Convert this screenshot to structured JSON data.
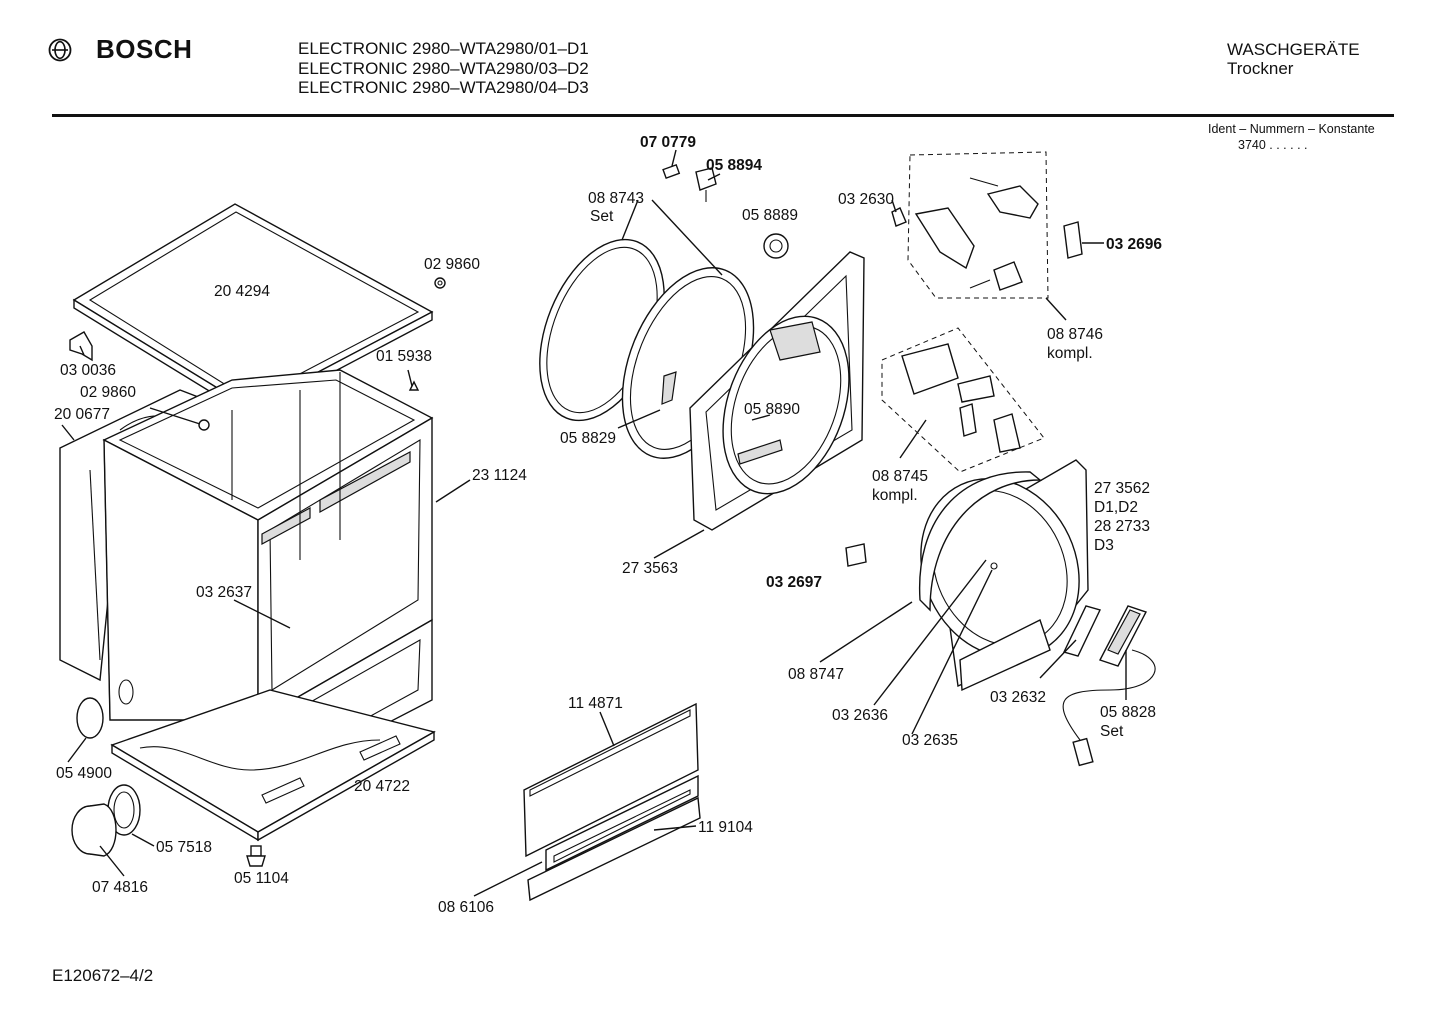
{
  "brand": {
    "name": "BOSCH",
    "logo_icon": "bosch-armature-logo-icon"
  },
  "models": [
    "ELECTRONIC 2980–WTA2980/01–D1",
    "ELECTRONIC 2980–WTA2980/03–D2",
    "ELECTRONIC 2980–WTA2980/04–D3"
  ],
  "category": {
    "main": "WASCHGERÄTE",
    "sub": "Trockner"
  },
  "ident": {
    "label": "Ident – Nummern – Konstante",
    "value": "3740 . . . . . ."
  },
  "document_id": "E120672–4/2",
  "parts": {
    "p070779": "07 0779",
    "p058894": "05 8894",
    "p088743": "08 8743",
    "p088743b": "Set",
    "p058889": "05 8889",
    "p032630": "03 2630",
    "p032696": "03 2696",
    "p088746": "08 8746",
    "p088746b": "kompl.",
    "p204294": "20 4294",
    "p029860a": "02 9860",
    "p030036": "03 0036",
    "p015938": "01 5938",
    "p029860b": "02 9860",
    "p200677": "20 0677",
    "p231124": "23 1124",
    "p058829": "05 8829",
    "p058890": "05 8890",
    "p088745": "08 8745",
    "p088745b": "kompl.",
    "p273562": "27 3562",
    "p273562b": "D1,D2",
    "p282733": "28 2733",
    "p282733b": "D3",
    "p273563": "27 3563",
    "p032697": "03 2697",
    "p032637": "03 2637",
    "p088747": "08 8747",
    "p032632": "03 2632",
    "p058828": "05 8828",
    "p058828b": "Set",
    "p032636": "03 2636",
    "p032635": "03 2635",
    "p114871": "11 4871",
    "p054900": "05 4900",
    "p204722": "20 4722",
    "p119104": "11 9104",
    "p057518": "05 7518",
    "p074816": "07 4816",
    "p051104": "05 1104",
    "p086106": "08 6106"
  }
}
